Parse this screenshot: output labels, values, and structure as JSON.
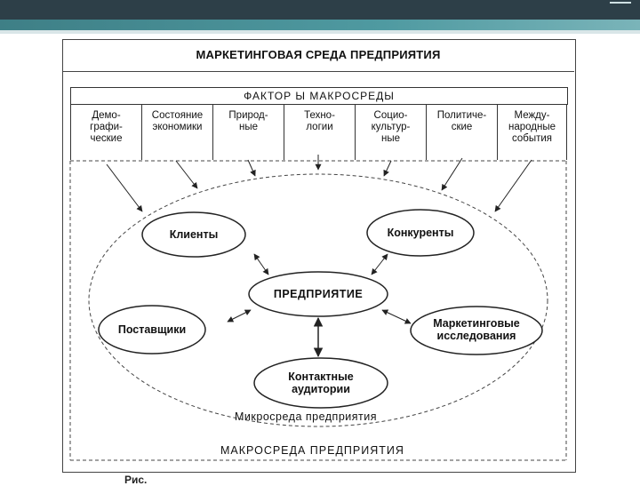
{
  "title": "МАРКЕТИНГОВАЯ СРЕДА ПРЕДПРИЯТИЯ",
  "macro_header": "ФАКТОР Ы МАКРОСРЕДЫ",
  "factors": [
    {
      "line1": "Демо-",
      "line2": "графи-",
      "line3": "ческие"
    },
    {
      "line1": "Состояние",
      "line2": "экономики",
      "line3": ""
    },
    {
      "line1": "Природ-",
      "line2": "ные",
      "line3": ""
    },
    {
      "line1": "Техно-",
      "line2": "логии",
      "line3": ""
    },
    {
      "line1": "Социо-",
      "line2": "культур-",
      "line3": "ные"
    },
    {
      "line1": "Политиче-",
      "line2": "ские",
      "line3": ""
    },
    {
      "line1": "Между-",
      "line2": "народные",
      "line3": "события"
    }
  ],
  "nodes": {
    "clients": "Клиенты",
    "competitors": "Конкуренты",
    "enterprise": "ПРЕДПРИЯТИЕ",
    "suppliers": "Поставщики",
    "research_1": "Маркетинговые",
    "research_2": "исследования",
    "audiences_1": "Контактные",
    "audiences_2": "аудитории"
  },
  "micro_label": "Микросреда предприятия",
  "macro_label": "МАКРОСРЕДА ПРЕДПРИЯТИЯ",
  "cut_caption": "Рис.",
  "colors": {
    "banner_dark": "#2d3f48",
    "banner_teal": "#4f9aa1",
    "line": "#333333"
  }
}
